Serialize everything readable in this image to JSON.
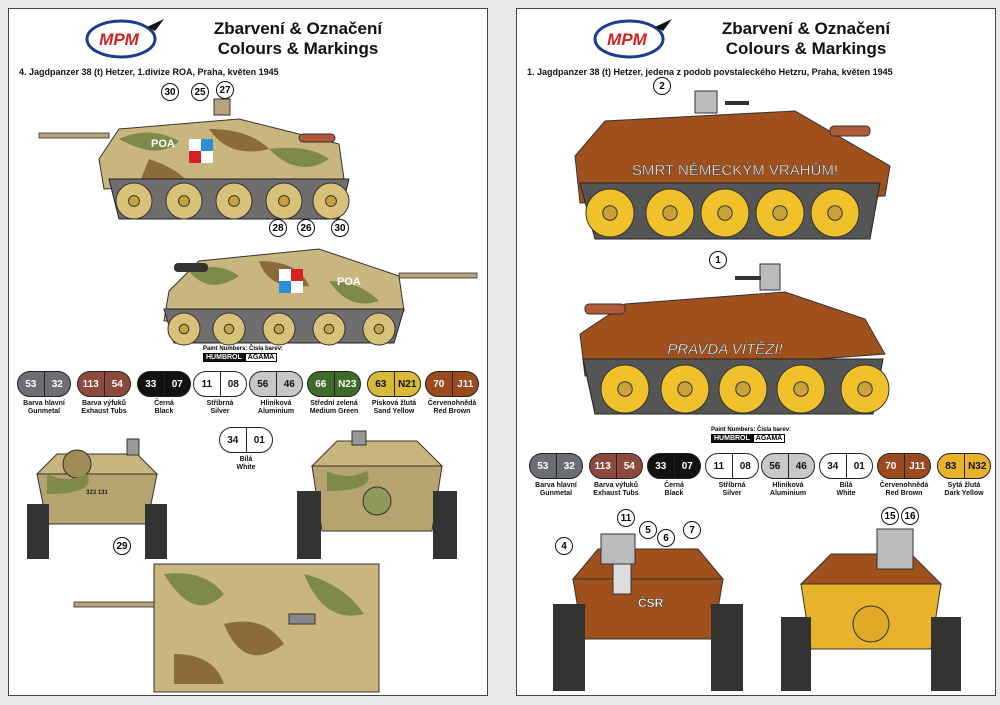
{
  "left": {
    "logo_text": "MPM",
    "title_cz": "Zbarvení & Označení",
    "title_en": "Colours & Markings",
    "caption": "4. Jagdpanzer 38 (t) Hetzer, 1.divize ROA, Praha, květen 1945",
    "paint_numbers_label": "Paint Numbers: Čísla barev:",
    "brand1": "HUMBROL",
    "brand2": "AGAMA",
    "swatches": [
      {
        "h": "53",
        "a": "32",
        "n1": "Barva hlavní",
        "n2": "Gunmetal",
        "color": "#6b6f73",
        "text": "#fff"
      },
      {
        "h": "113",
        "a": "54",
        "n1": "Barva výfuků",
        "n2": "Exhaust Tubs",
        "color": "#8b4a3c",
        "text": "#fff"
      },
      {
        "h": "33",
        "a": "07",
        "n1": "Černá",
        "n2": "Black",
        "color": "#111111",
        "text": "#fff"
      },
      {
        "h": "11",
        "a": "08",
        "n1": "Stříbrná",
        "n2": "Silver",
        "color": "#ffffff",
        "text": "#111"
      },
      {
        "h": "56",
        "a": "46",
        "n1": "Hliníková",
        "n2": "Aluminium",
        "color": "#c8c8c8",
        "text": "#111"
      },
      {
        "h": "66",
        "a": "N23",
        "n1": "Střední zelená",
        "n2": "Medium Green",
        "color": "#3f6b2a",
        "text": "#fff"
      },
      {
        "h": "63",
        "a": "N21",
        "n1": "Písková žlutá",
        "n2": "Sand Yellow",
        "color": "#d9b93a",
        "text": "#111"
      },
      {
        "h": "70",
        "a": "J11",
        "n1": "Červenohnědá",
        "n2": "Red Brown",
        "color": "#9a4a1e",
        "text": "#fff"
      },
      {
        "h": "34",
        "a": "01",
        "n1": "Bílá",
        "n2": "White",
        "color": "#ffffff",
        "text": "#111"
      }
    ],
    "callouts": [
      "30",
      "25",
      "27",
      "28",
      "26",
      "30",
      "29"
    ],
    "roa_text": "POA",
    "hull_number": "323 131"
  },
  "right": {
    "logo_text": "MPM",
    "title_cz": "Zbarvení & Označení",
    "title_en": "Colours & Markings",
    "caption": "1. Jagdpanzer 38 (t) Hetzer, jedena z podob povstaleckého Hetzru, Praha, květen 1945",
    "paint_numbers_label": "Paint Numbers: Čísla barev:",
    "brand1": "HUMBROL",
    "brand2": "AGAMA",
    "slogan1": "SMRT NĚMECKÝM VRAHŮM!",
    "slogan2": "PRAVDA VÍTĚZÍ!",
    "rear_marking": "ČSR",
    "swatches": [
      {
        "h": "53",
        "a": "32",
        "n1": "Barva hlavní",
        "n2": "Gunmetal",
        "color": "#6b6f73",
        "text": "#fff"
      },
      {
        "h": "113",
        "a": "54",
        "n1": "Barva výfuků",
        "n2": "Exhaust Tubs",
        "color": "#8b4a3c",
        "text": "#fff"
      },
      {
        "h": "33",
        "a": "07",
        "n1": "Černá",
        "n2": "Black",
        "color": "#111111",
        "text": "#fff"
      },
      {
        "h": "11",
        "a": "08",
        "n1": "Stříbrná",
        "n2": "Silver",
        "color": "#ffffff",
        "text": "#111"
      },
      {
        "h": "56",
        "a": "46",
        "n1": "Hliníková",
        "n2": "Aluminium",
        "color": "#c8c8c8",
        "text": "#111"
      },
      {
        "h": "34",
        "a": "01",
        "n1": "Bílá",
        "n2": "White",
        "color": "#ffffff",
        "text": "#111"
      },
      {
        "h": "70",
        "a": "J11",
        "n1": "Červenohnědá",
        "n2": "Red Brown",
        "color": "#9a4a1e",
        "text": "#fff"
      },
      {
        "h": "83",
        "a": "N32",
        "n1": "Sytá žlutá",
        "n2": "Dark Yellow",
        "color": "#e8b22a",
        "text": "#111"
      }
    ],
    "callouts": [
      "2",
      "1",
      "4",
      "11",
      "5",
      "6",
      "7",
      "15",
      "16"
    ]
  }
}
